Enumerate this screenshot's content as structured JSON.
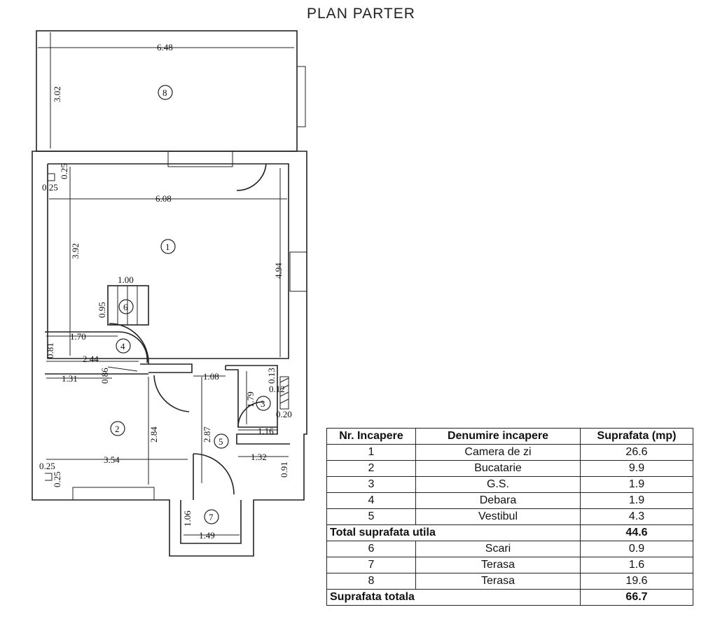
{
  "title": "PLAN PARTER",
  "dimensions": {
    "d1": "6.48",
    "d2": "3.02",
    "d3": "6.08",
    "d4": "0.25",
    "d5": "0.25",
    "d6": "3.92",
    "d7": "4.94",
    "d8": "1.00",
    "d9": "0.95",
    "d10": "1.70",
    "d11": "0.81",
    "d12": "2.44",
    "d13": "0.86",
    "d14": "1.31",
    "d15": "1.08",
    "d16": "0.13",
    "d17": "0.12",
    "d18": "1.79",
    "d19": "0.20",
    "d20": "1.16",
    "d21": "2.84",
    "d22": "2.87",
    "d23": "3.54",
    "d24": "1.32",
    "d25": "0.91",
    "d26": "0.25",
    "d27": "0.25",
    "d28": "1.06",
    "d29": "1.49"
  },
  "room_markers": [
    "1",
    "2",
    "3",
    "4",
    "5",
    "6",
    "7",
    "8"
  ],
  "table": {
    "headers": [
      "Nr. Incapere",
      "Denumire incapere",
      "Suprafata (mp)"
    ],
    "rows_a": [
      {
        "nr": "1",
        "name": "Camera de zi",
        "area": "26.6"
      },
      {
        "nr": "2",
        "name": "Bucatarie",
        "area": "9.9"
      },
      {
        "nr": "3",
        "name": "G.S.",
        "area": "1.9"
      },
      {
        "nr": "4",
        "name": "Debara",
        "area": "1.9"
      },
      {
        "nr": "5",
        "name": "Vestibul",
        "area": "4.3"
      }
    ],
    "total_util_label": "Total suprafata utila",
    "total_util_value": "44.6",
    "rows_b": [
      {
        "nr": "6",
        "name": "Scari",
        "area": "0.9"
      },
      {
        "nr": "7",
        "name": "Terasa",
        "area": "1.6"
      },
      {
        "nr": "8",
        "name": "Terasa",
        "area": "19.6"
      }
    ],
    "total_label": "Suprafata totala",
    "total_value": "66.7"
  }
}
